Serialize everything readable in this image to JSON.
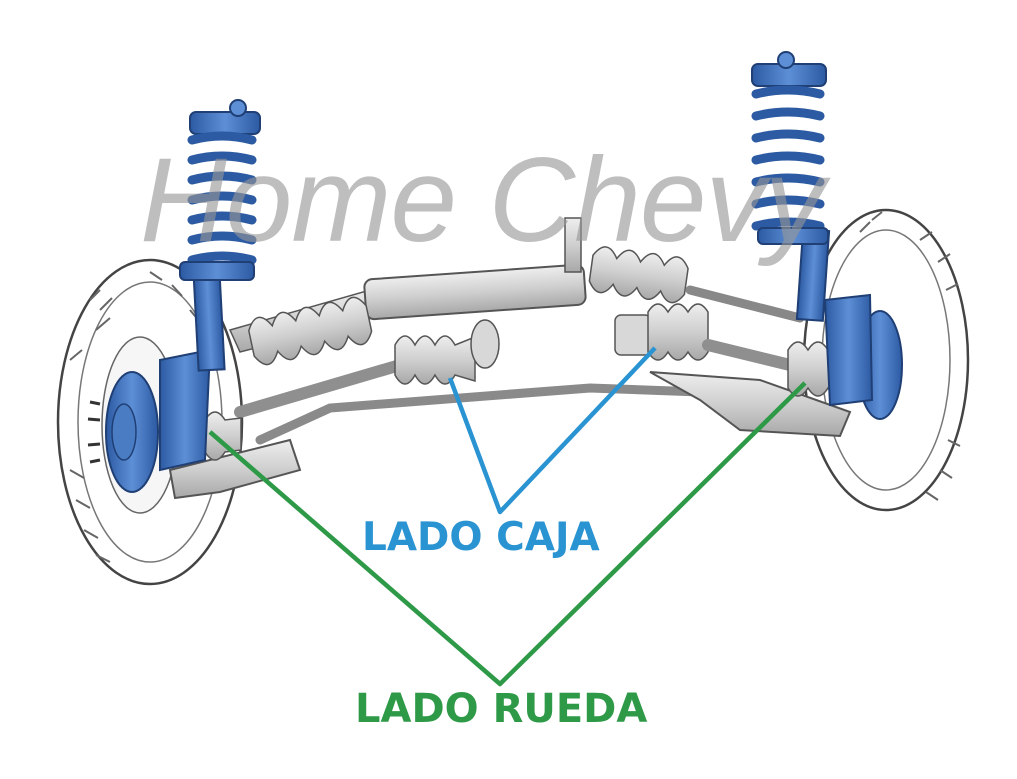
{
  "watermark": {
    "text": "Home Chevy"
  },
  "labels": {
    "gearbox_side": "LADO CAJA",
    "wheel_side": "LADO RUEDA"
  },
  "colors": {
    "gearbox_side": "#2a93d1",
    "wheel_side": "#2e9a48",
    "strut": "#3f72bf",
    "metal": "#c9c9c9",
    "outline": "#555555"
  }
}
